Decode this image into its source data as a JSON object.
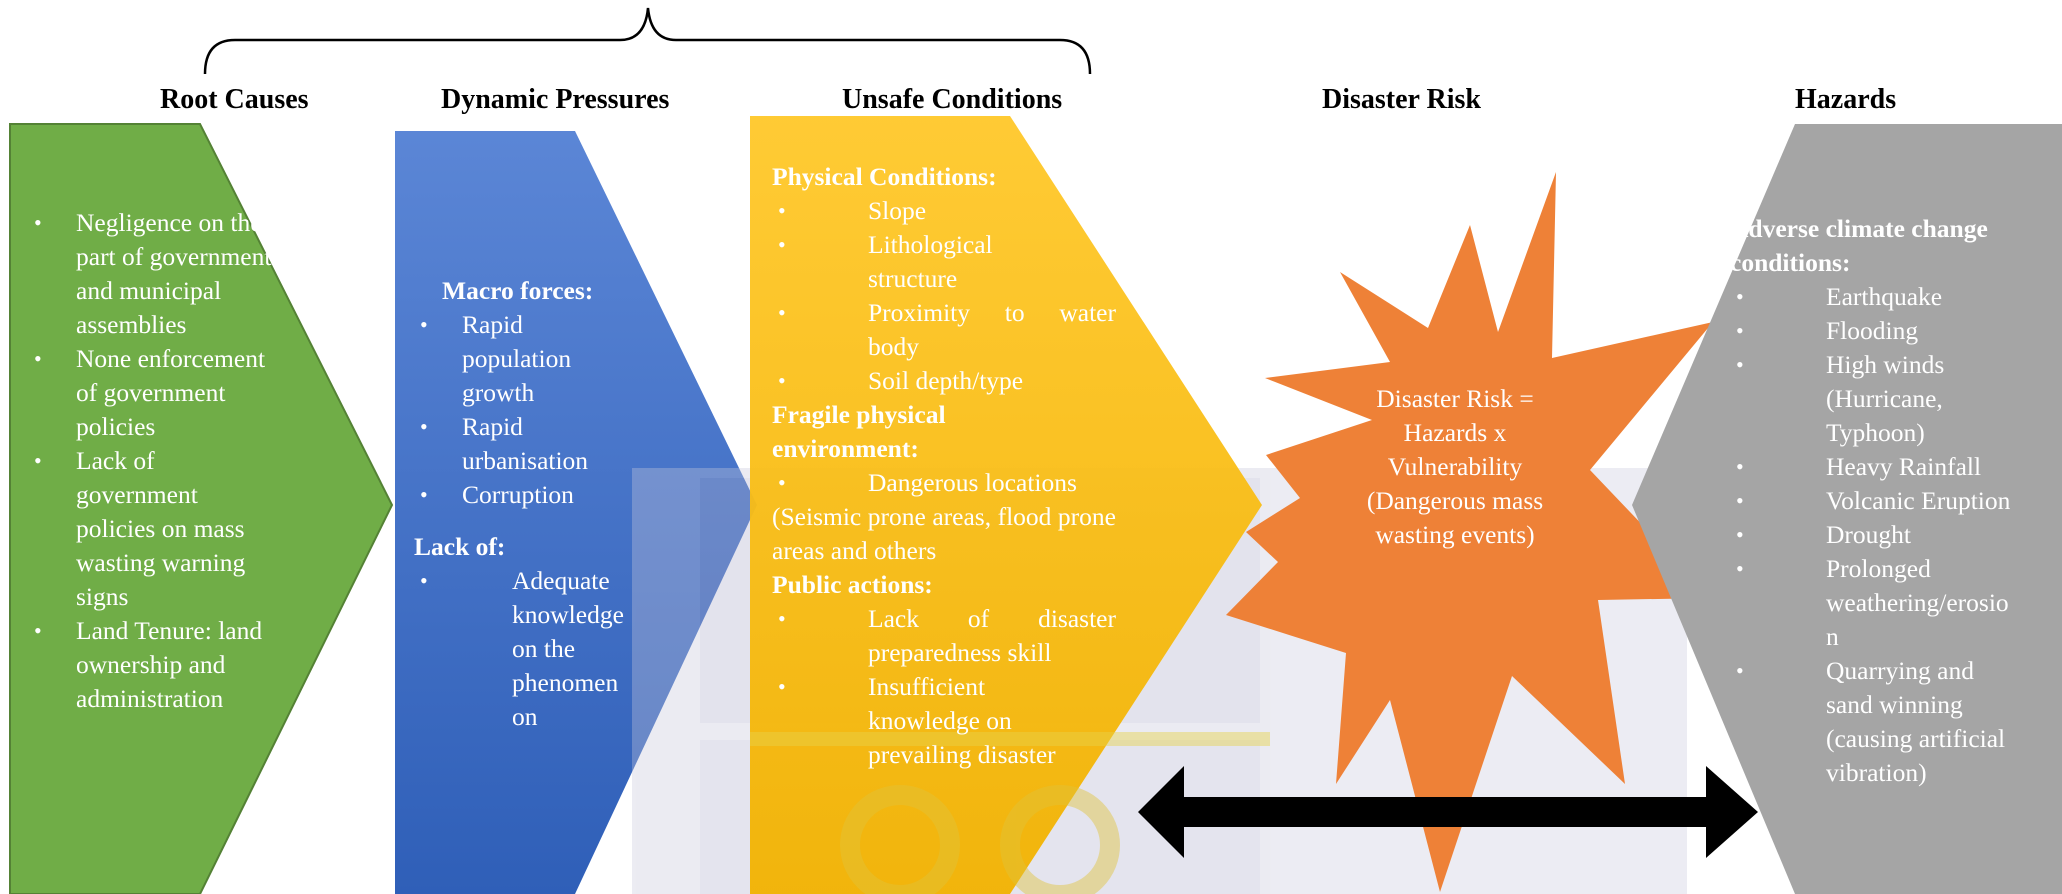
{
  "colors": {
    "root": "#70ad47",
    "dynamic": "#4472c4",
    "unsafe": "#ffc000",
    "risk": "#ed7d31",
    "hazards": "#a5a5a5",
    "text": "#ffffff",
    "arrow": "#000000"
  },
  "headers": {
    "root": "Root Causes",
    "dynamic": "Dynamic Pressures",
    "unsafe": "Unsafe Conditions",
    "risk": "Disaster Risk",
    "hazards": "Hazards"
  },
  "root_causes": [
    "Negligence on the part of government and municipal assemblies",
    "None enforcement of government policies",
    "Lack of government policies on mass wasting warning signs",
    "Land Tenure: land ownership and administration"
  ],
  "dynamic_pressures": {
    "macro_heading": "Macro forces:",
    "macro_items": [
      "Rapid population growth",
      "Rapid urbanisation",
      "Corruption"
    ],
    "lack_heading": "Lack of:",
    "lack_items": [
      "Adequate knowledge on the phenomen on"
    ]
  },
  "unsafe_conditions": {
    "physical_heading": "Physical Conditions:",
    "physical_items": [
      "Slope",
      "Lithological structure",
      "Proximity to water body",
      "Soil depth/type"
    ],
    "fragile_heading": "Fragile physical environment:",
    "fragile_items": [
      "Dangerous locations"
    ],
    "fragile_note": "(Seismic prone areas, flood prone areas and others",
    "public_heading": "Public actions:",
    "public_items": [
      "Lack of disaster preparedness skill",
      "Insufficient knowledge on prevailing disaster"
    ]
  },
  "disaster_risk": {
    "text": "Disaster Risk = Hazards x Vulnerability (Dangerous mass wasting events)"
  },
  "hazards": {
    "heading": "Adverse climate change conditions:",
    "items": [
      "Earthquake",
      "Flooding",
      "High winds (Hurricane, Typhoon)",
      "Heavy Rainfall",
      "Volcanic Eruption",
      "Drought",
      "Prolonged weathering/erosio n",
      "Quarrying and sand winning (causing artificial vibration)"
    ]
  }
}
